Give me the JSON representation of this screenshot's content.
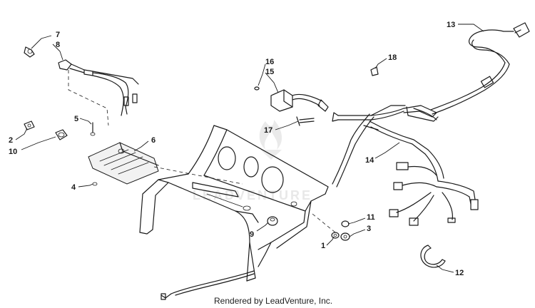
{
  "diagram": {
    "callouts": [
      {
        "id": "c7",
        "label": "7"
      },
      {
        "id": "c8",
        "label": "8"
      },
      {
        "id": "c5",
        "label": "5"
      },
      {
        "id": "c2",
        "label": "2"
      },
      {
        "id": "c10",
        "label": "10"
      },
      {
        "id": "c6",
        "label": "6"
      },
      {
        "id": "c4",
        "label": "4"
      },
      {
        "id": "c16",
        "label": "16"
      },
      {
        "id": "c15",
        "label": "15"
      },
      {
        "id": "c17",
        "label": "17"
      },
      {
        "id": "c18",
        "label": "18"
      },
      {
        "id": "c13",
        "label": "13"
      },
      {
        "id": "c14",
        "label": "14"
      },
      {
        "id": "c11",
        "label": "11"
      },
      {
        "id": "c3",
        "label": "3"
      },
      {
        "id": "c1",
        "label": "1"
      },
      {
        "id": "c9",
        "label": "9"
      },
      {
        "id": "c12",
        "label": "12"
      }
    ],
    "watermark": "LEADVENTURE",
    "footer": "Rendered by LeadVenture, Inc."
  },
  "colors": {
    "line": "#1a1a1a",
    "watermark": "#d6d6d6",
    "background": "#ffffff"
  }
}
